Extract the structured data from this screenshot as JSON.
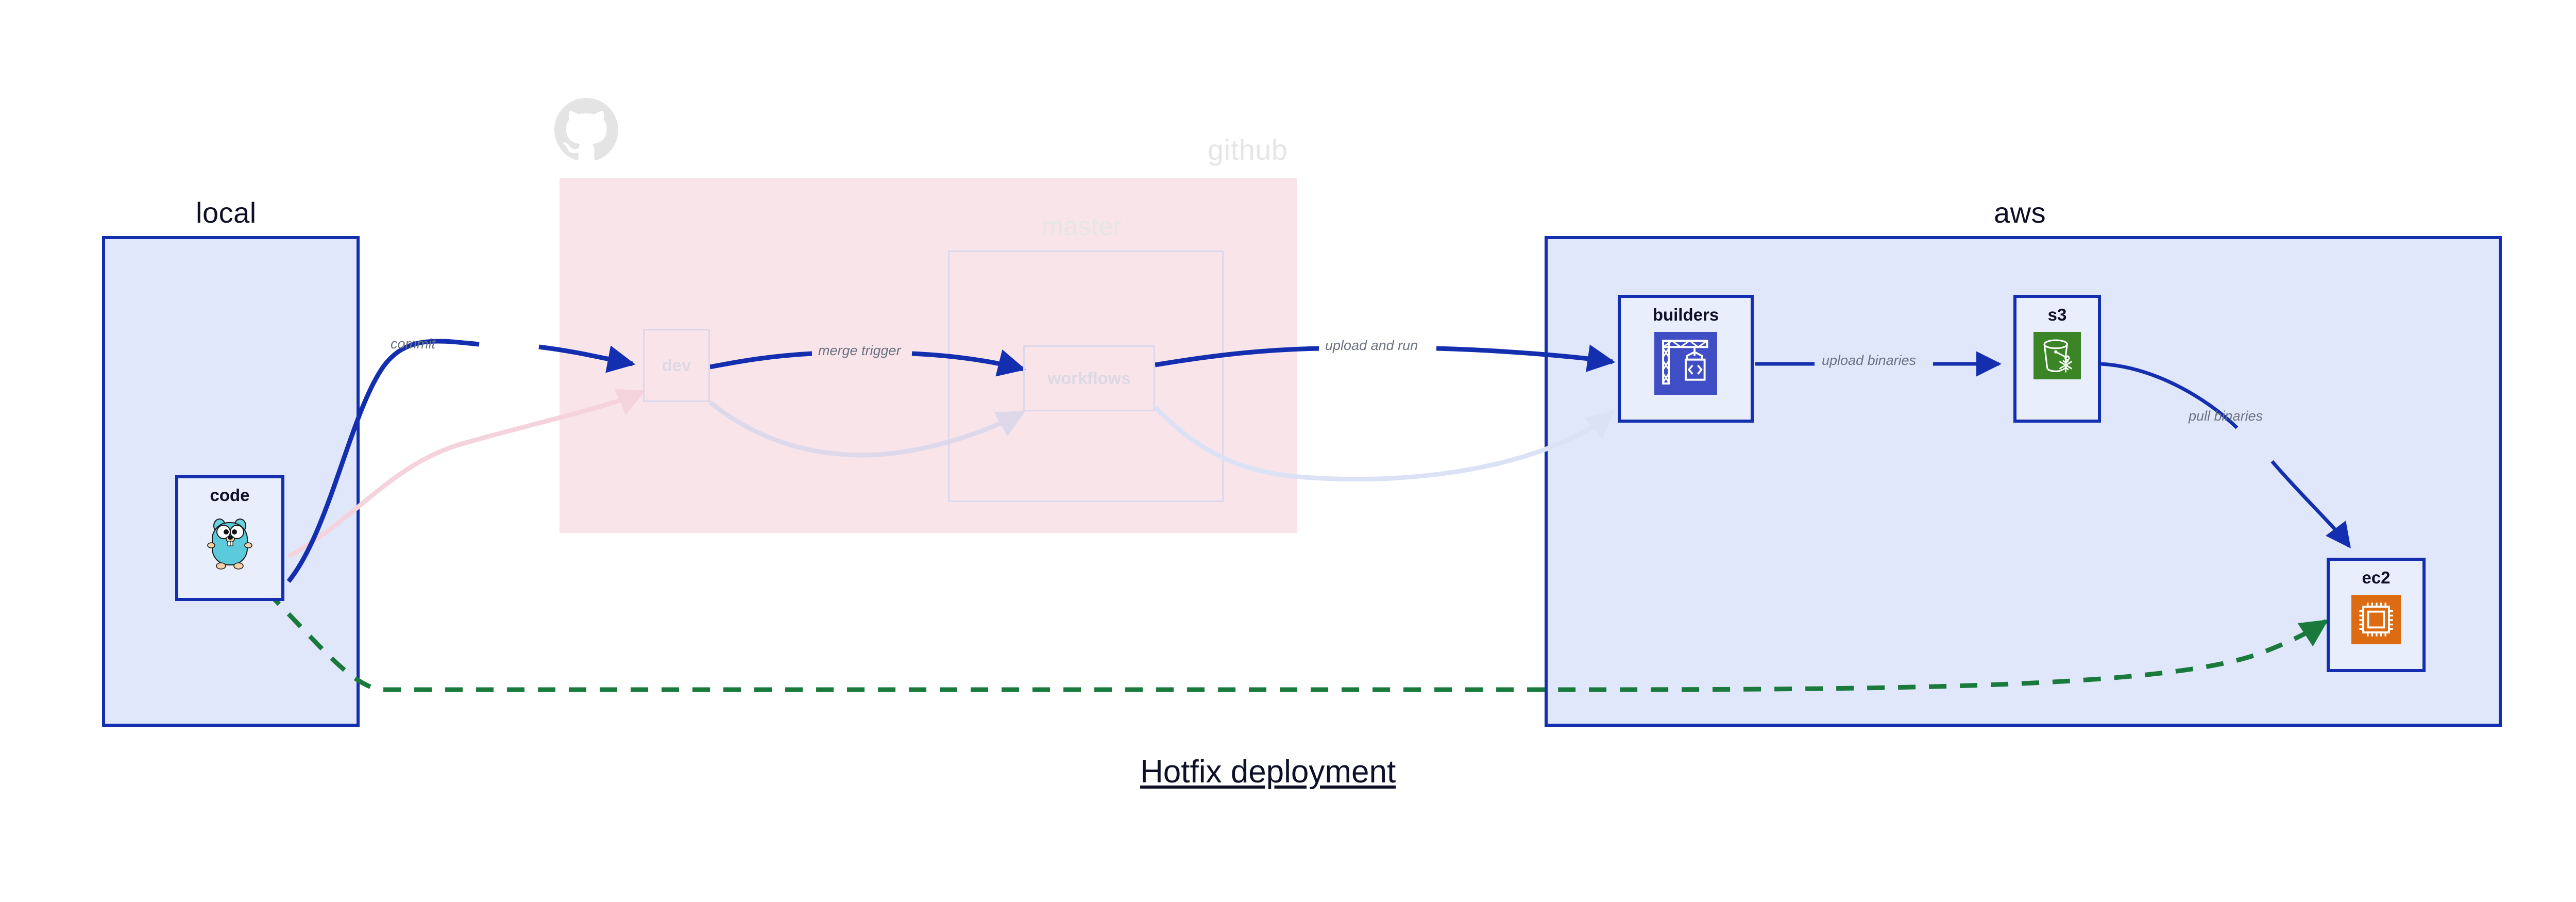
{
  "title": "Hotfix deployment",
  "colors": {
    "edge_blue": "#132fb0",
    "node_border": "#132fb0",
    "node_fill": "#e9eefc",
    "cluster_blue_fill": "#e0e7fb",
    "cluster_pink_fill": "#f9e4e9",
    "faded_border": "#dcd7ea",
    "faded_text": "#ddd9e3",
    "label_gray": "#6b7280",
    "dashed_green": "#1a7a3c",
    "codebuild_indigo": "#3f4ec4",
    "s3_green": "#3c8527",
    "ec2_orange": "#dd6b12",
    "gopher_cyan": "#69d2e1",
    "github_logo_gray": "#e4e4e4"
  },
  "clusters": [
    {
      "id": "local",
      "label": "local",
      "faded": false
    },
    {
      "id": "github",
      "label": "github",
      "faded": true
    },
    {
      "id": "master",
      "label": "master",
      "faded": true
    },
    {
      "id": "aws",
      "label": "aws",
      "faded": false
    }
  ],
  "nodes": [
    {
      "id": "code",
      "label": "code",
      "icon": "go-gopher-icon",
      "faded": false
    },
    {
      "id": "dev",
      "label": "dev",
      "icon": "none",
      "faded": true
    },
    {
      "id": "workflows",
      "label": "workflows",
      "icon": "none",
      "faded": true
    },
    {
      "id": "builders",
      "label": "builders",
      "icon": "aws-codebuild-icon",
      "faded": false
    },
    {
      "id": "s3",
      "label": "s3",
      "icon": "aws-s3-glacier-icon",
      "faded": false
    },
    {
      "id": "ec2",
      "label": "ec2",
      "icon": "aws-ec2-icon",
      "faded": false
    }
  ],
  "edges": [
    {
      "from": "code",
      "to": "dev",
      "label": "commit",
      "style": "solid",
      "faded": false
    },
    {
      "from": "dev",
      "to": "workflows",
      "label": "merge trigger",
      "style": "solid",
      "faded": false
    },
    {
      "from": "workflows",
      "to": "builders",
      "label": "upload and run",
      "style": "solid",
      "faded": false
    },
    {
      "from": "builders",
      "to": "s3",
      "label": "upload binaries",
      "style": "solid",
      "faded": false
    },
    {
      "from": "s3",
      "to": "ec2",
      "label": "pull binaries",
      "style": "solid",
      "faded": false
    },
    {
      "from": "code",
      "to": "ec2",
      "label": "",
      "style": "dashed",
      "faded": false
    },
    {
      "from": "code",
      "to": "dev",
      "label": "",
      "style": "solid",
      "faded": true
    },
    {
      "from": "dev",
      "to": "workflows",
      "label": "",
      "style": "solid",
      "faded": true
    },
    {
      "from": "workflows",
      "to": "builders",
      "label": "",
      "style": "solid",
      "faded": true
    }
  ],
  "edge_labels": {
    "commit": "commit",
    "merge_trigger": "merge trigger",
    "upload_and_run": "upload and run",
    "upload_binaries": "upload binaries",
    "pull_binaries": "pull binaries"
  }
}
